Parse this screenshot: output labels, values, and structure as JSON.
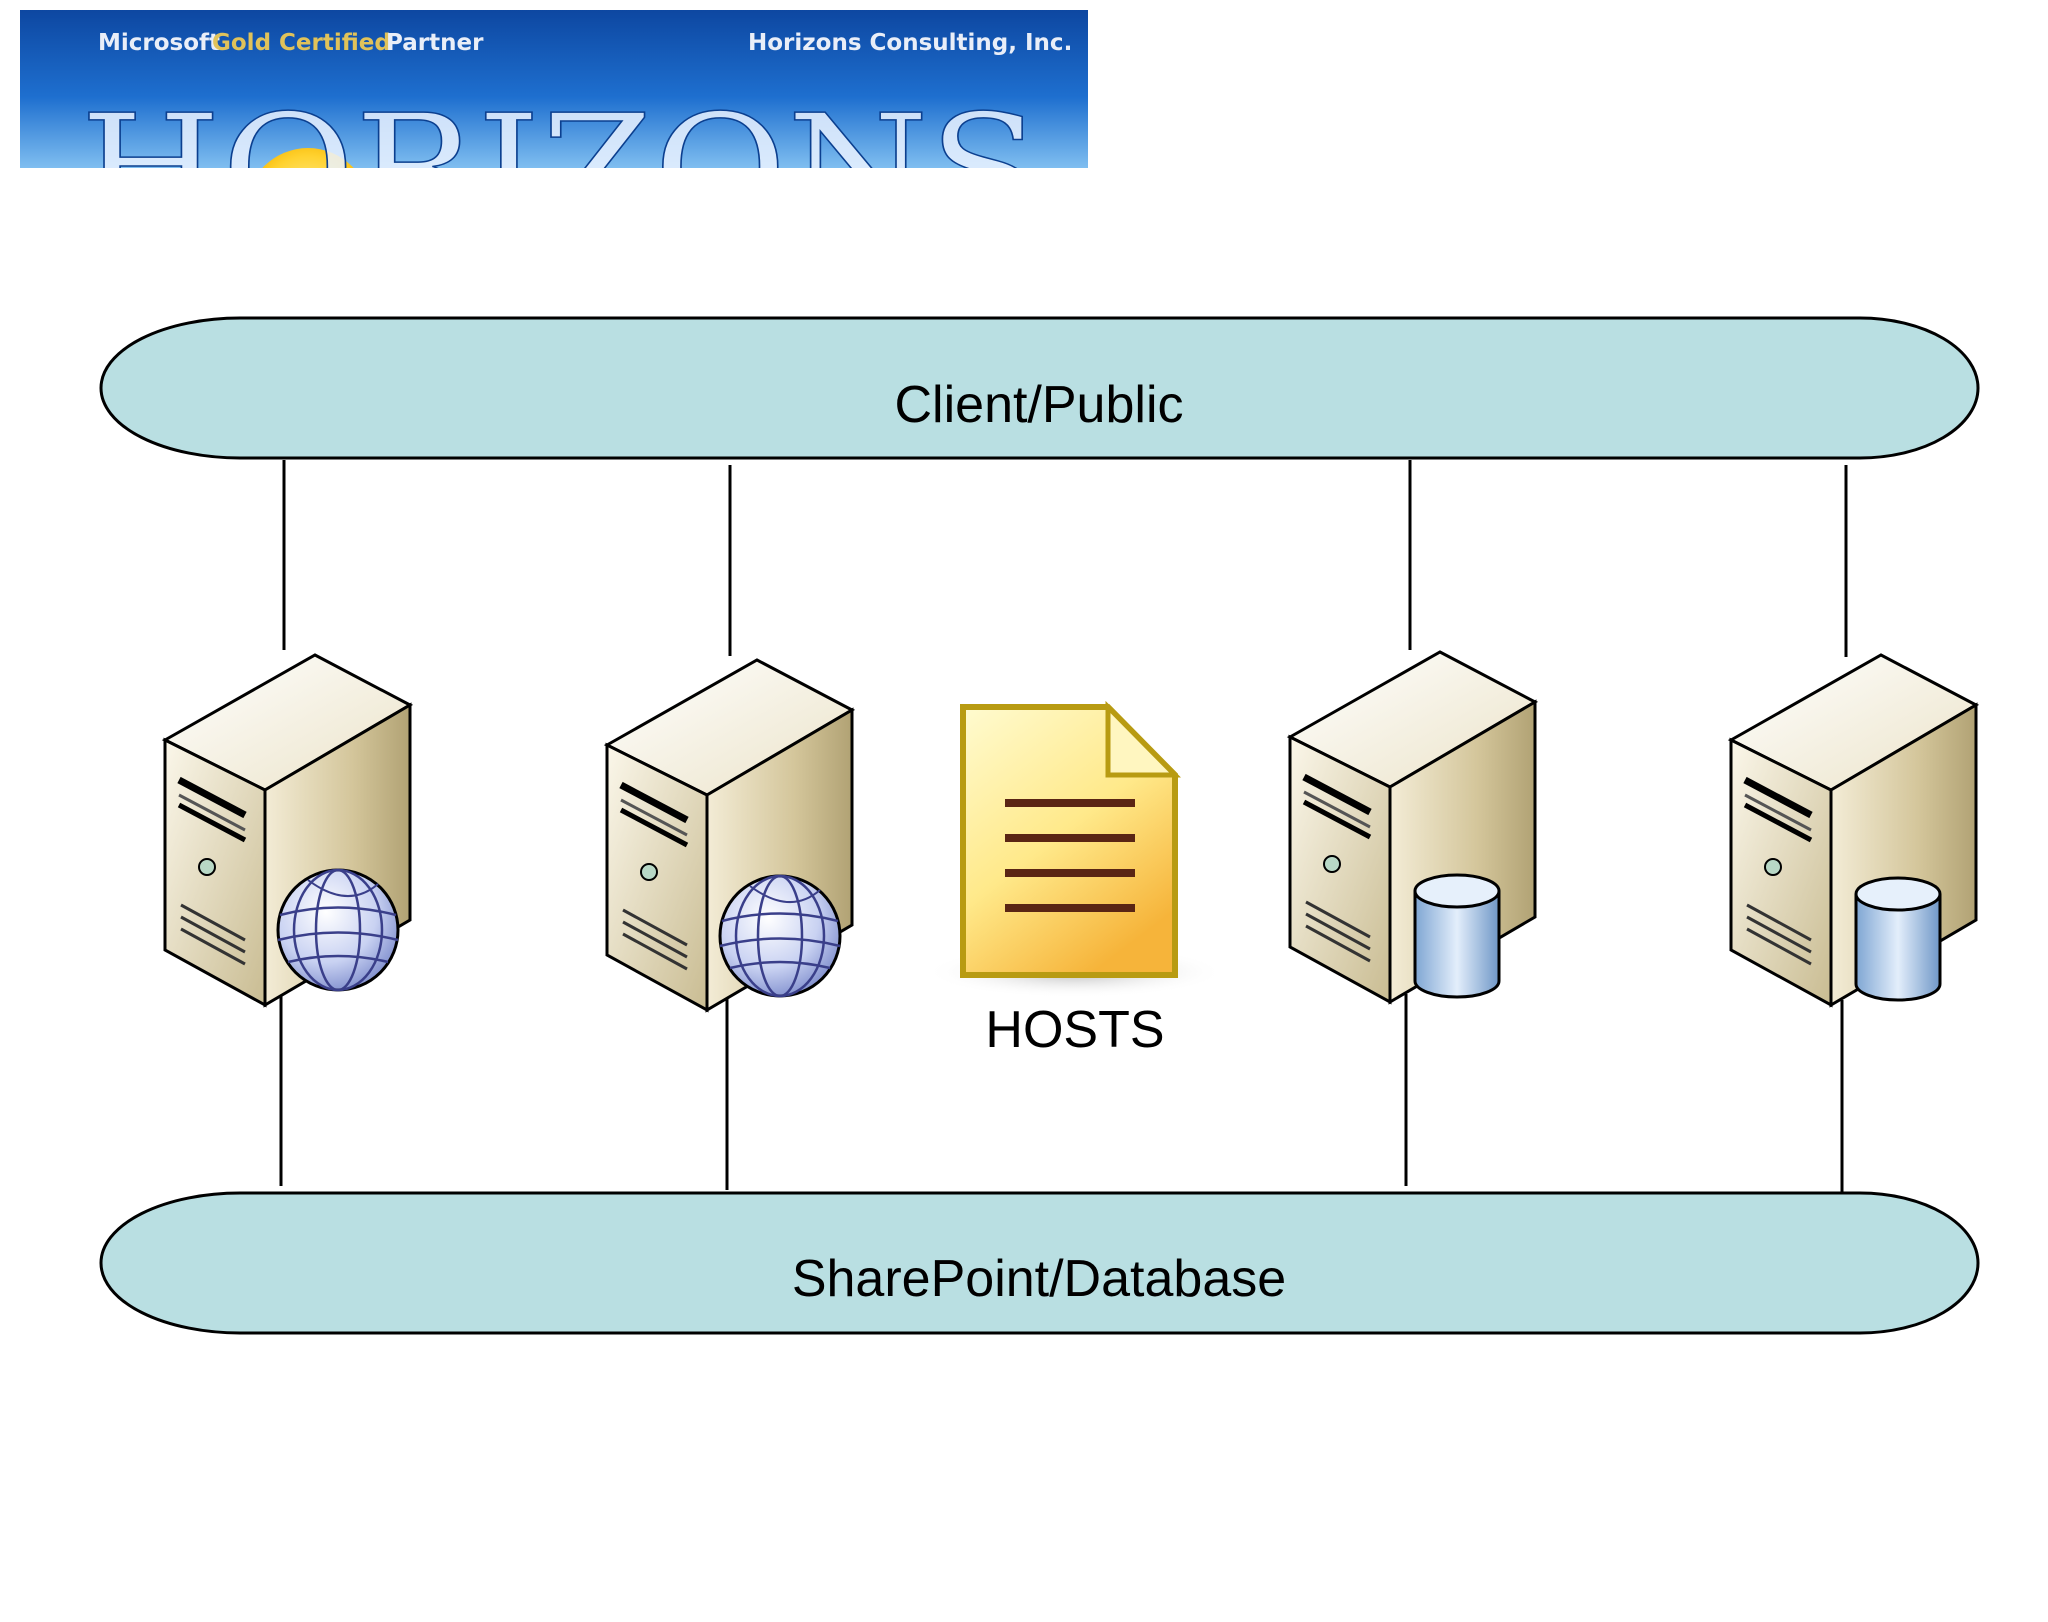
{
  "banner": {
    "partner_prefix": "Microsoft",
    "partner_gold": "Gold Certified",
    "partner_suffix": "Partner",
    "company": "Horizons Consulting, Inc.",
    "logo_word": "HORIZONS",
    "colors": {
      "sky_top": "#1565c0",
      "sky_bottom": "#64b5f6",
      "sun": "#ffd230",
      "gold": "#e0c25a"
    }
  },
  "diagram": {
    "top_network": {
      "label": "Client/Public"
    },
    "bottom_network": {
      "label": "SharePoint/Database"
    },
    "servers": [
      {
        "id": "server-1",
        "badge": "globe"
      },
      {
        "id": "server-2",
        "badge": "globe"
      },
      {
        "id": "server-3",
        "badge": "database"
      },
      {
        "id": "server-4",
        "badge": "database"
      }
    ],
    "hosts_file": {
      "label": "HOSTS"
    },
    "colors": {
      "network_fill": "#b9dfe2",
      "stroke": "#000000"
    }
  }
}
